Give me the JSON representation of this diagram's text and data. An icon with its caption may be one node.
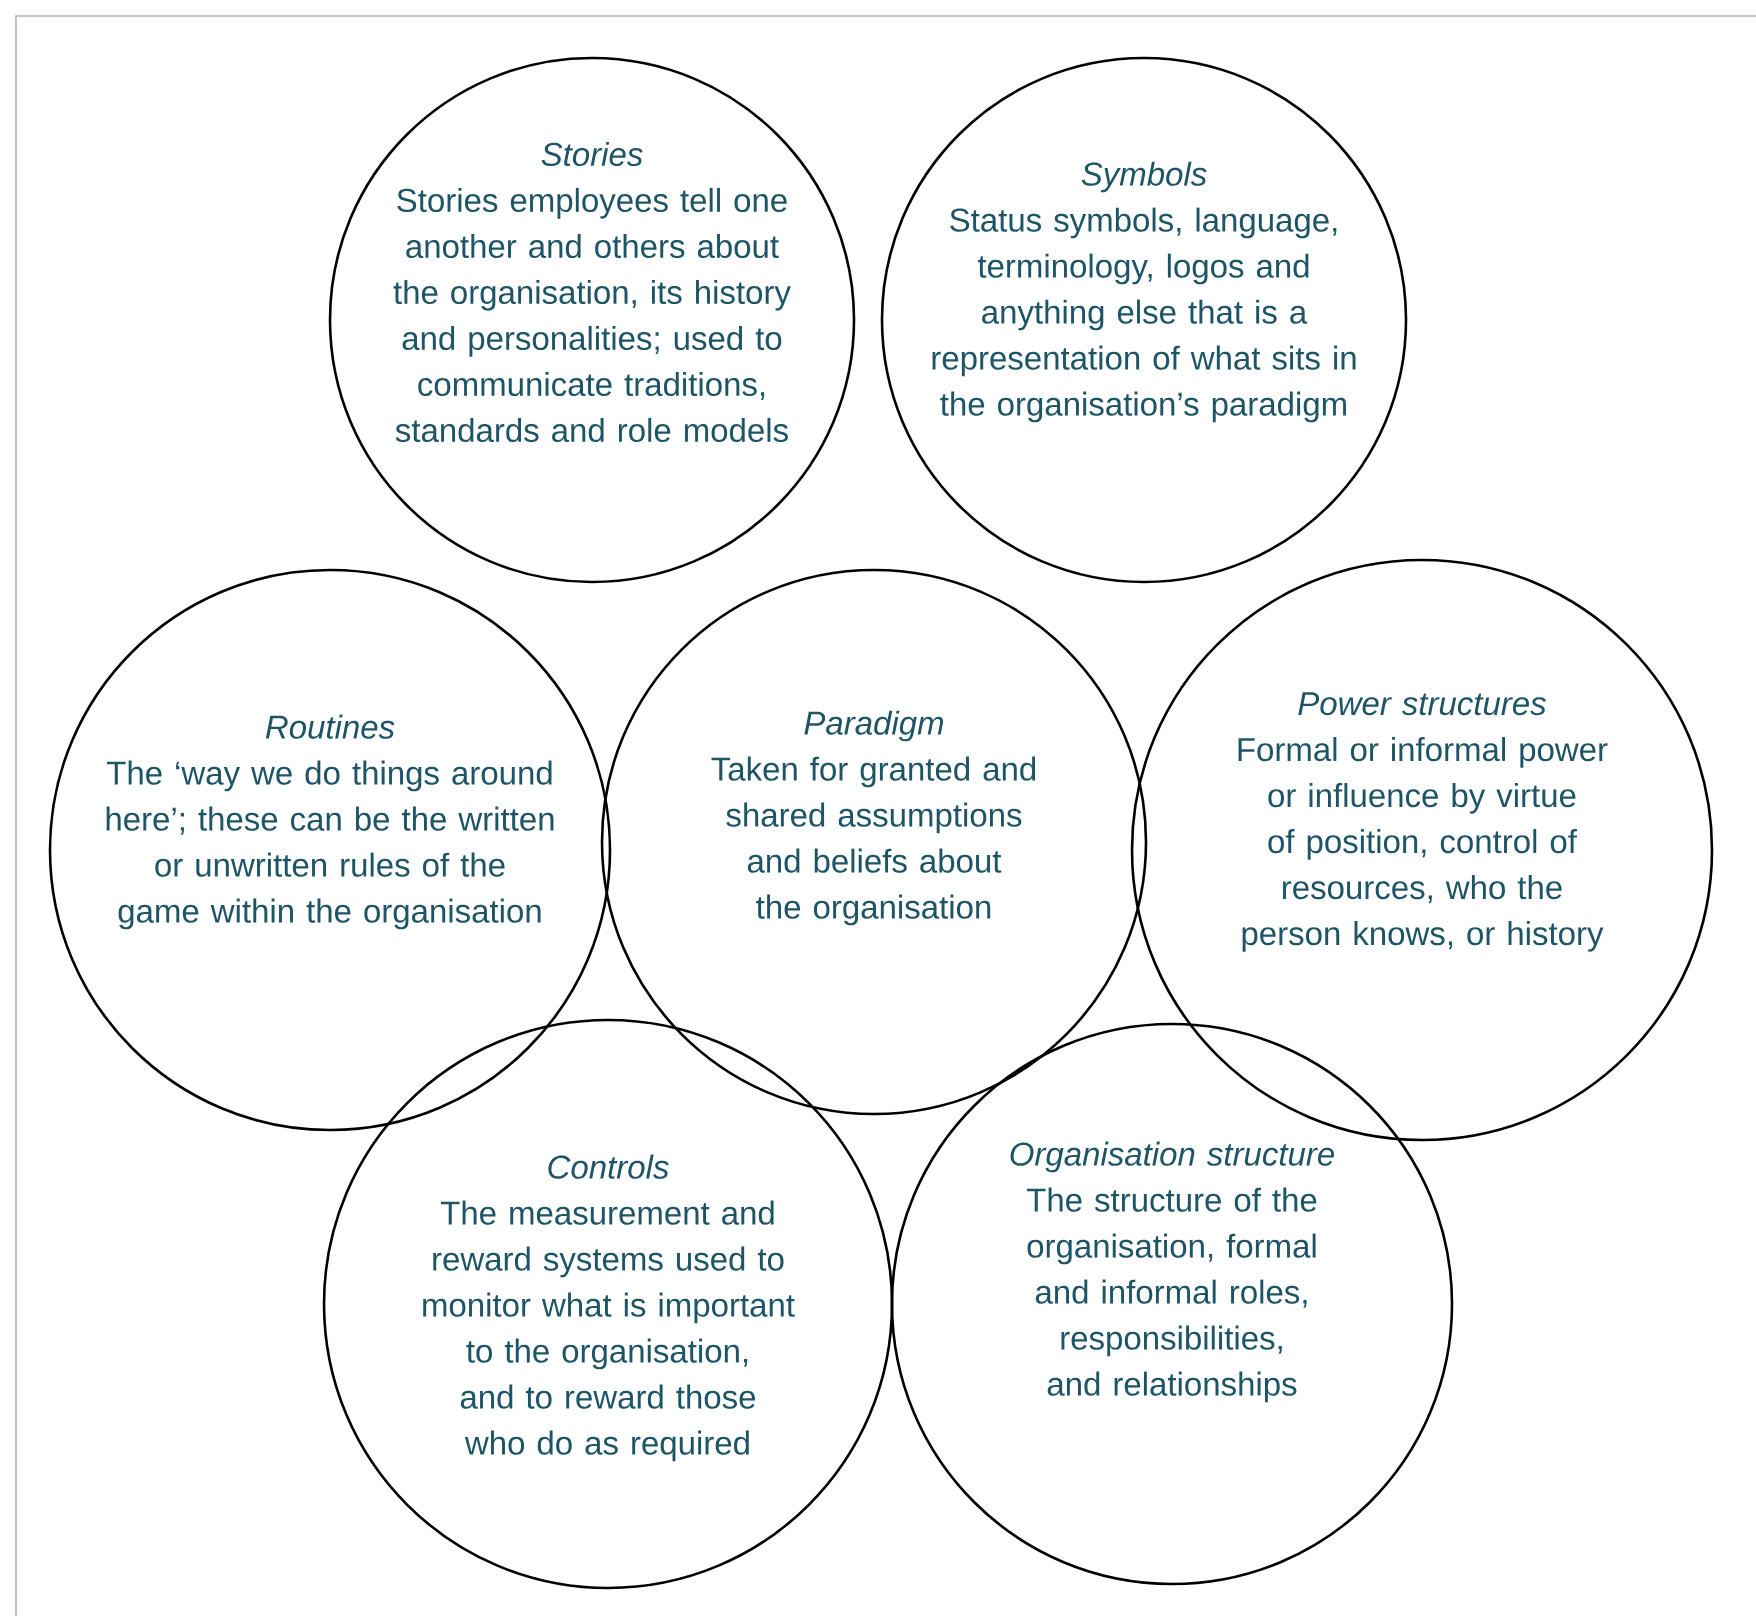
{
  "diagram": {
    "nodes": [
      {
        "text": [
          "Stories",
          "Stories employees tell one another and others about the organisation, its history and personalities; used to communicate traditions, standards and role models"
        ]
      },
      {
        "text": [
          "Symbols",
          "Status symbols, language, terminology, logos and anything else that is a representation of what sits in the organisation’s paradigm"
        ]
      },
      {
        "text": [
          "Routines",
          "The ‘way we do things around here’; these can be the written or unwritten rules of the game within the organisation"
        ]
      },
      {
        "text": [
          "Paradigm",
          "Taken for granted and shared assumptions and beliefs about the organisation"
        ]
      },
      {
        "text": [
          "Power structures",
          "Formal or informal power or influence by virtue of position, control of resources, who the person knows, or history"
        ]
      },
      {
        "text": [
          "Controls",
          "The measurement and reward systems used to monitor what is important to the organisation, and to reward those who do as required"
        ]
      },
      {
        "text": [
          "Organisation structure",
          "The structure of the organisation, formal and informal roles, responsibilities, and relationships"
        ]
      }
    ]
  }
}
